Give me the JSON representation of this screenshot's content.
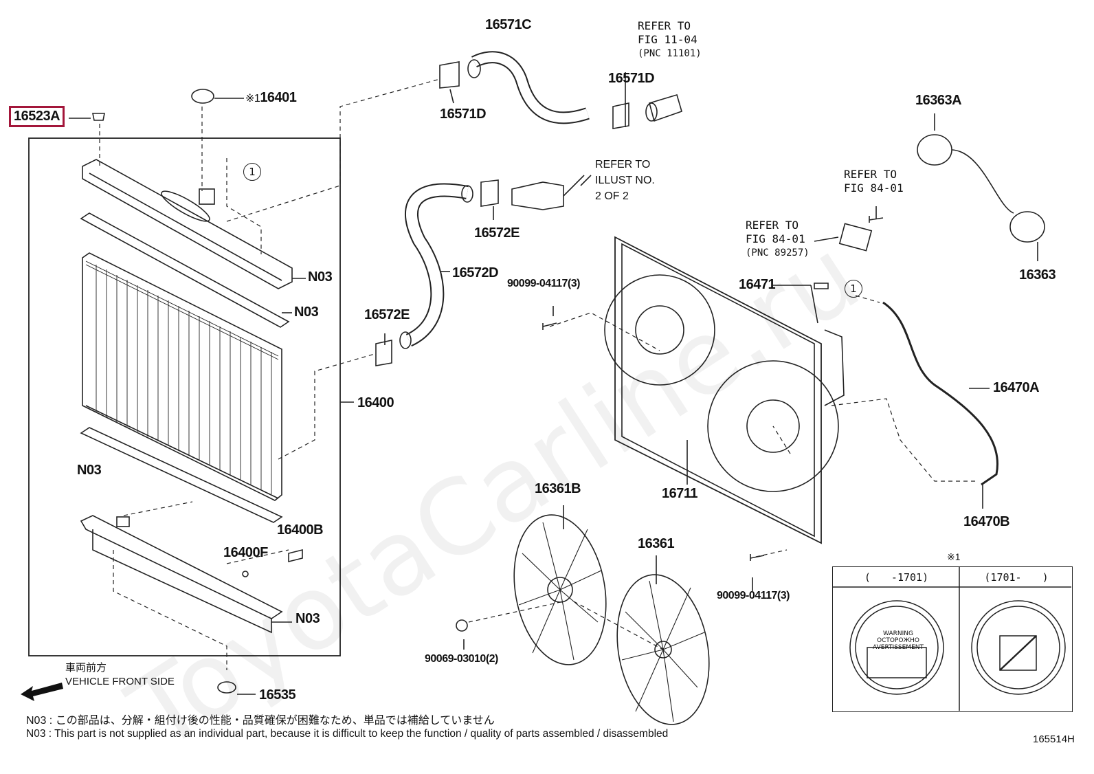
{
  "parts": {
    "p16523A": "16523A",
    "p16401": "16401",
    "p16401_mark": "※1",
    "p16571C": "16571C",
    "p16571D_a": "16571D",
    "p16571D_b": "16571D",
    "p16572E_a": "16572E",
    "p16572E_b": "16572E",
    "p16572D": "16572D",
    "p16400": "16400",
    "p16400B": "16400B",
    "p16400F": "16400F",
    "p16535": "16535",
    "p16363A": "16363A",
    "p16363": "16363",
    "p16471": "16471",
    "p16470A": "16470A",
    "p16470B": "16470B",
    "p16711": "16711",
    "p16361B": "16361B",
    "p16361": "16361",
    "bolt_top": "90099-04117(3)",
    "bolt_bottom": "90099-04117(3)",
    "nut": "90069-03010(2)",
    "n03_1": "N03",
    "n03_2": "N03",
    "n03_3": "N03",
    "n03_4": "N03",
    "circle_1a": "1",
    "circle_1b": "1"
  },
  "refs": {
    "fig1104_l1": "REFER TO",
    "fig1104_l2": "FIG 11-04",
    "fig1104_l3": "(PNC 11101)",
    "illust_l1": "REFER TO",
    "illust_l2": "ILLUST NO.",
    "illust_l3": "2 OF 2",
    "fig8401a_l1": "REFER TO",
    "fig8401a_l2": "FIG 84-01",
    "fig8401b_l1": "REFER TO",
    "fig8401b_l2": "FIG 84-01",
    "fig8401b_l3": "(PNC 89257)"
  },
  "direction": {
    "jp": "車両前方",
    "en": "VEHICLE FRONT SIDE"
  },
  "notes": {
    "jp": "N03 : この部品は、分解・組付け後の性能・品質確保が困難なため、単品では補給していません",
    "en": "N03 : This part is not supplied as an individual part, because it is difficult to keep the function / quality of parts assembled / disassembled"
  },
  "table": {
    "mark": "※1",
    "col1": "(　　-1701)",
    "col2": "(1701-　　)",
    "cap_text_l1": "WARNING",
    "cap_text_l2": "OCTOPOЖНО",
    "cap_text_l3": "AVERTISSEMENT"
  },
  "figure_id": "165514H",
  "watermark": "ToyotaCarline.ru",
  "colors": {
    "highlight": "#a3163a",
    "line": "#222222"
  }
}
